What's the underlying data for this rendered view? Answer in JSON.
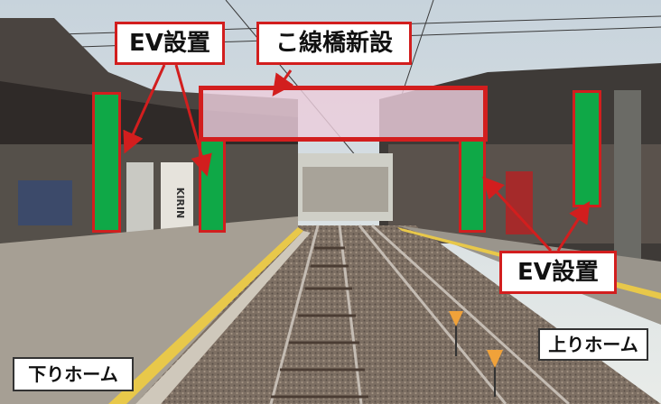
{
  "labels": {
    "ev_top": "EV設置",
    "bridge": "こ線橋新設",
    "ev_right": "EV設置",
    "down_platform": "下りホーム",
    "up_platform": "上りホーム"
  },
  "sign_text": "KIRIN",
  "colors": {
    "annotation_red": "#d21e1e",
    "elevator_green": "#0fa847",
    "bridge_pink": "#ebcddc",
    "platform_edge_yellow": "#e8c84a"
  }
}
